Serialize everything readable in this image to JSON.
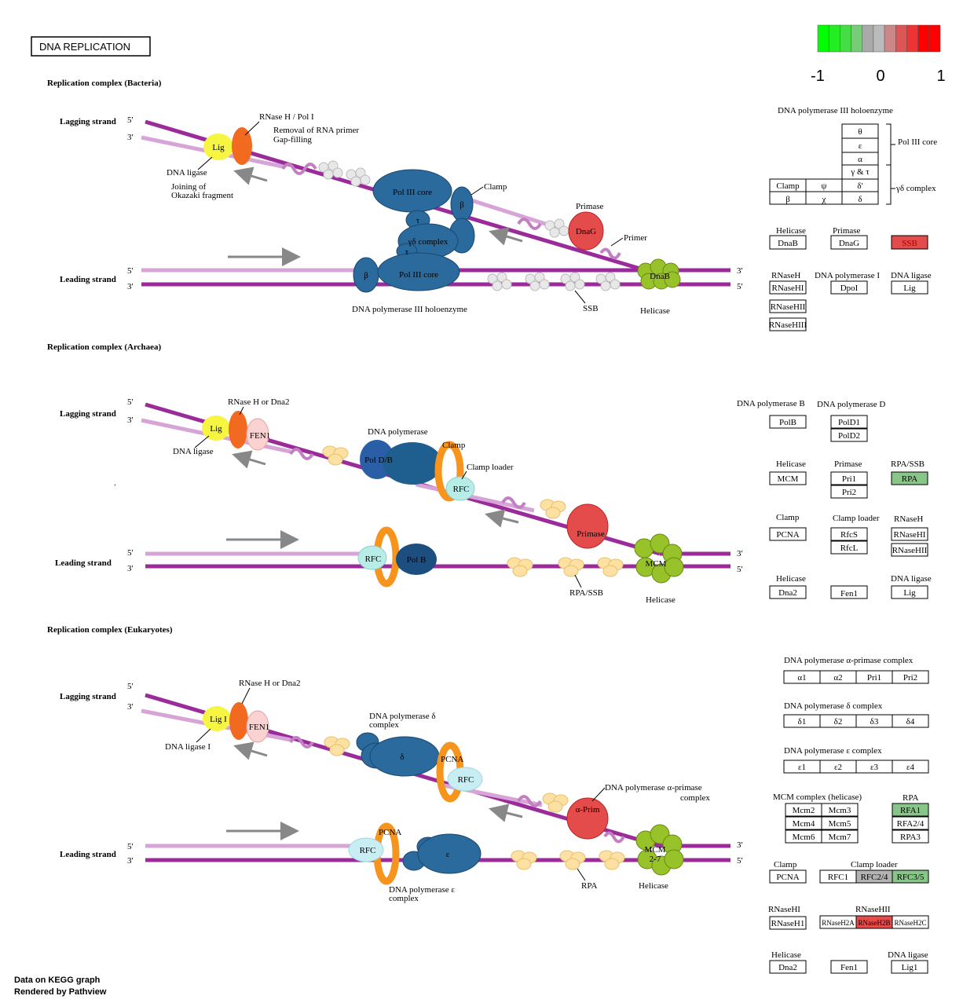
{
  "title": "DNA REPLICATION",
  "legend": {
    "min": "-1",
    "mid": "0",
    "max": "1",
    "colors": [
      "#00ff00",
      "#22ee22",
      "#44dd44",
      "#77cc77",
      "#aaaaaa",
      "#bbbbbb",
      "#cc8888",
      "#dd5555",
      "#ee3333",
      "#ff0000",
      "#ff0000"
    ]
  },
  "footer": {
    "line1": "Data on KEGG graph",
    "line2": "Rendered by Pathview"
  },
  "colors": {
    "purple": "#9b2a9b",
    "pink": "#d7a4d7",
    "blue": "#1f5f8f",
    "red_high": "#e44c4c",
    "green_low": "#88c588",
    "gray": "#b3b3b3"
  },
  "bacteria": {
    "heading": "Replication complex (Bacteria)",
    "lagging": "Lagging strand",
    "leading": "Leading strand",
    "end5": "5'",
    "end3": "3'",
    "rnase_label": "RNase H / Pol I",
    "removal": "Removal of RNA primer",
    "gap": "Gap-filling",
    "lig": "Lig",
    "dna_ligase": "DNA ligase",
    "joining": "Joining of",
    "okazaki": "Okazaki fragment",
    "pol3core": "Pol III core",
    "clamp": "Clamp",
    "beta": "β",
    "tau": "τ",
    "gd": "γδ complex",
    "primase": "Primase",
    "dnag": "DnaG",
    "primer": "Primer",
    "dnab": "DnaB",
    "helicase": "Helicase",
    "ssb": "SSB",
    "holo": "DNA polymerase III holoenzyme"
  },
  "archaea": {
    "heading": "Replication complex (Archaea)",
    "lagging": "Lagging strand",
    "leading": "Leading strand",
    "end5": "5'",
    "end3": "3'",
    "rnase_label": "RNase H or Dna2",
    "lig": "Lig",
    "fen1": "FEN1",
    "dna_ligase": "DNA ligase",
    "dnapol": "DNA polymerase",
    "poldb": "Pol D/B",
    "clamp": "Clamp",
    "clamp_loader": "Clamp loader",
    "rfc": "RFC",
    "primase": "Primase",
    "polb": "Pol B",
    "mcm": "MCM",
    "rpa_ssb": "RPA/SSB",
    "helicase": "Helicase",
    "dot": "."
  },
  "eukaryotes": {
    "heading": "Replication complex (Eukaryotes)",
    "lagging": "Lagging strand",
    "leading": "Leading strand",
    "end5": "5'",
    "end3": "3'",
    "rnase_label": "RNase H or Dna2",
    "lig": "Lig I",
    "fen1": "FEN1",
    "dna_ligase": "DNA ligase I",
    "pold1": "DNA polymerase δ",
    "pold2": "complex",
    "delta": "δ",
    "pcna": "PCNA",
    "rfc": "RFC",
    "prim": "α-Prim",
    "pola1": "DNA polymerase α-primase",
    "pola2": "complex",
    "mcm1": "MCM",
    "mcm2": "2-7",
    "eps": "ε",
    "pole1": "DNA polymerase ε",
    "pole2": "complex",
    "rpa": "RPA",
    "helicase": "Helicase"
  },
  "panel_b": {
    "holo_title": "DNA polymerase III holoenzyme",
    "theta": "θ",
    "epsilon": "ε",
    "alpha": "α",
    "gt": "γ & τ",
    "clamp": "Clamp",
    "psi": "ψ",
    "ddash": "δ'",
    "beta": "β",
    "chi": "χ",
    "delta": "δ",
    "core": "Pol III core",
    "gd": "γδ complex",
    "helicase": "Helicase",
    "primase": "Primase",
    "dnab": "DnaB",
    "dnag": "DnaG",
    "ssb": "SSB",
    "rnaseh": "RNaseH",
    "dnapol1": "DNA polymerase I",
    "dnaligase": "DNA ligase",
    "rnh1": "RNaseHI",
    "dpoi": "DpoI",
    "lig": "Lig",
    "rnh2": "RNaseHII",
    "rnh3": "RNaseHIII"
  },
  "panel_a": {
    "polb_t": "DNA polymerase B",
    "pold_t": "DNA polymerase D",
    "polb": "PolB",
    "pold1": "PolD1",
    "pold2": "PolD2",
    "helicase": "Helicase",
    "primase": "Primase",
    "rpassb": "RPA/SSB",
    "mcm": "MCM",
    "pri1": "Pri1",
    "pri2": "Pri2",
    "rpa": "RPA",
    "clamp": "Clamp",
    "cl": "Clamp loader",
    "rnaseh": "RNaseH",
    "pcna": "PCNA",
    "rfcs": "RfcS",
    "rfcl": "RfcL",
    "rnh1": "RNaseHI",
    "rnh2": "RNaseHII",
    "helicase2": "Helicase",
    "dnalig": "DNA ligase",
    "dna2": "Dna2",
    "fen1": "Fen1",
    "lig": "Lig"
  },
  "panel_e": {
    "alpha_t": "DNA polymerase α-primase complex",
    "a1": "α1",
    "a2": "α2",
    "pri1": "Pri1",
    "pri2": "Pri2",
    "delta_t": "DNA polymerase δ complex",
    "d1": "δ1",
    "d2": "δ2",
    "d3": "δ3",
    "d4": "δ4",
    "eps_t": "DNA polymerase ε complex",
    "e1": "ε1",
    "e2": "ε2",
    "e3": "ε3",
    "e4": "ε4",
    "mcm_t": "MCM complex (helicase)",
    "rpa_t": "RPA",
    "mcm2": "Mcm2",
    "mcm3": "Mcm3",
    "mcm4": "Mcm4",
    "mcm5": "Mcm5",
    "mcm6": "Mcm6",
    "mcm7": "Mcm7",
    "rfa1": "RFA1",
    "rfa24": "RFA2/4",
    "rpa3": "RPA3",
    "clamp": "Clamp",
    "cl": "Clamp loader",
    "pcna": "PCNA",
    "rfc1": "RFC1",
    "rfc24": "RFC2/4",
    "rfc35": "RFC3/5",
    "rnh1_t": "RNaseHI",
    "rnh2_t": "RNaseHII",
    "rnaseh1": "RNaseH1",
    "h2a": "RNaseH2A",
    "h2b": "RNaseH2B",
    "h2c": "RNaseH2C",
    "helicase": "Helicase",
    "dnalig": "DNA ligase",
    "dna2": "Dna2",
    "fen1": "Fen1",
    "lig1": "Lig1"
  }
}
